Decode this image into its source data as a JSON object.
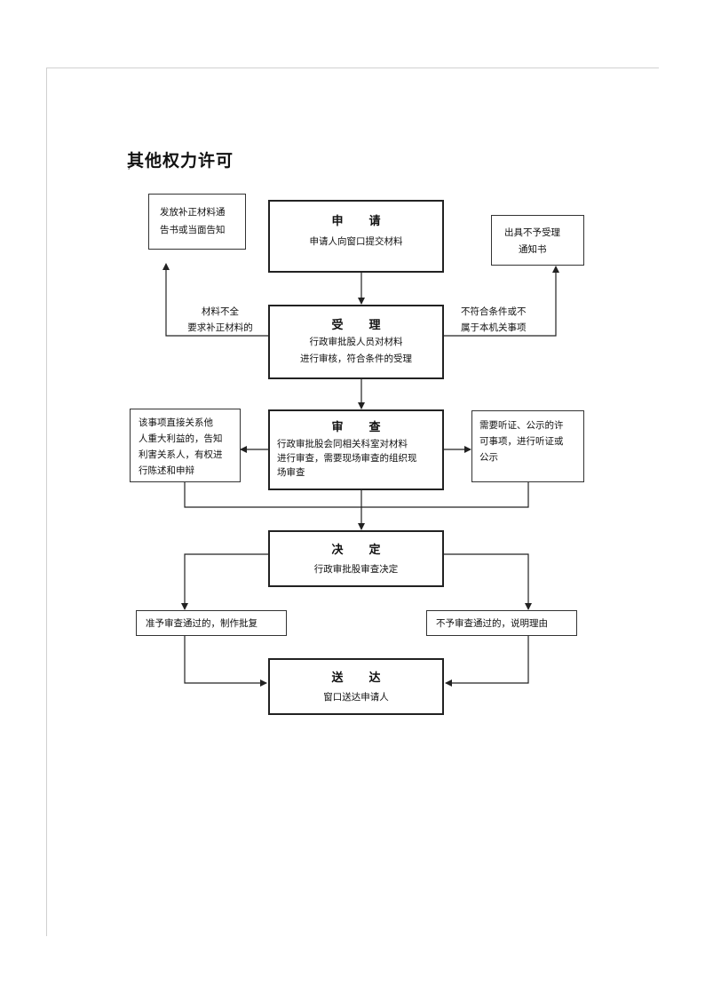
{
  "title": "其他权力许可",
  "title_mark": "，",
  "nodes": {
    "apply": {
      "head": "申　请",
      "body": "申请人向窗口提交材料"
    },
    "accept": {
      "head": "受　理",
      "body_1": "行政审批股人员对材料",
      "body_2": "进行审核，符合条件的受理"
    },
    "review": {
      "head": "审　查",
      "body_1": "行政审批股会同相关科室对材料",
      "body_2": "进行审查，需要现场审查的组织现",
      "body_3": "场审查"
    },
    "decide": {
      "head": "决　定",
      "body": "行政审批股审查决定"
    },
    "deliver": {
      "head": "送　达",
      "body": "窗口送达申请人"
    }
  },
  "side_boxes": {
    "supplement_notice": {
      "line_1": "发放补正材料通",
      "line_2": "告书或当面告知"
    },
    "reject_notice": {
      "line_1": "出具不予受理",
      "line_2": "通知书"
    },
    "stakeholder": {
      "line_1": "该事项直接关系他",
      "line_2": "人重大利益的，告知",
      "line_3": "利害关系人，有权进",
      "line_4": "行陈述和申辩"
    },
    "hearing": {
      "line_1": "需要听证、公示的许",
      "line_2": "可事项，进行听证或",
      "line_3": "公示"
    },
    "approve": {
      "text": "准予审查通过的，制作批复"
    },
    "deny": {
      "text": "不予审查通过的，说明理由"
    }
  },
  "edge_labels": {
    "incomplete": {
      "line_1": "材料不全",
      "line_2": "要求补正材料的"
    },
    "not_qualified": {
      "line_1": "不符合条件或不",
      "line_2": "属于本机关事项"
    }
  }
}
